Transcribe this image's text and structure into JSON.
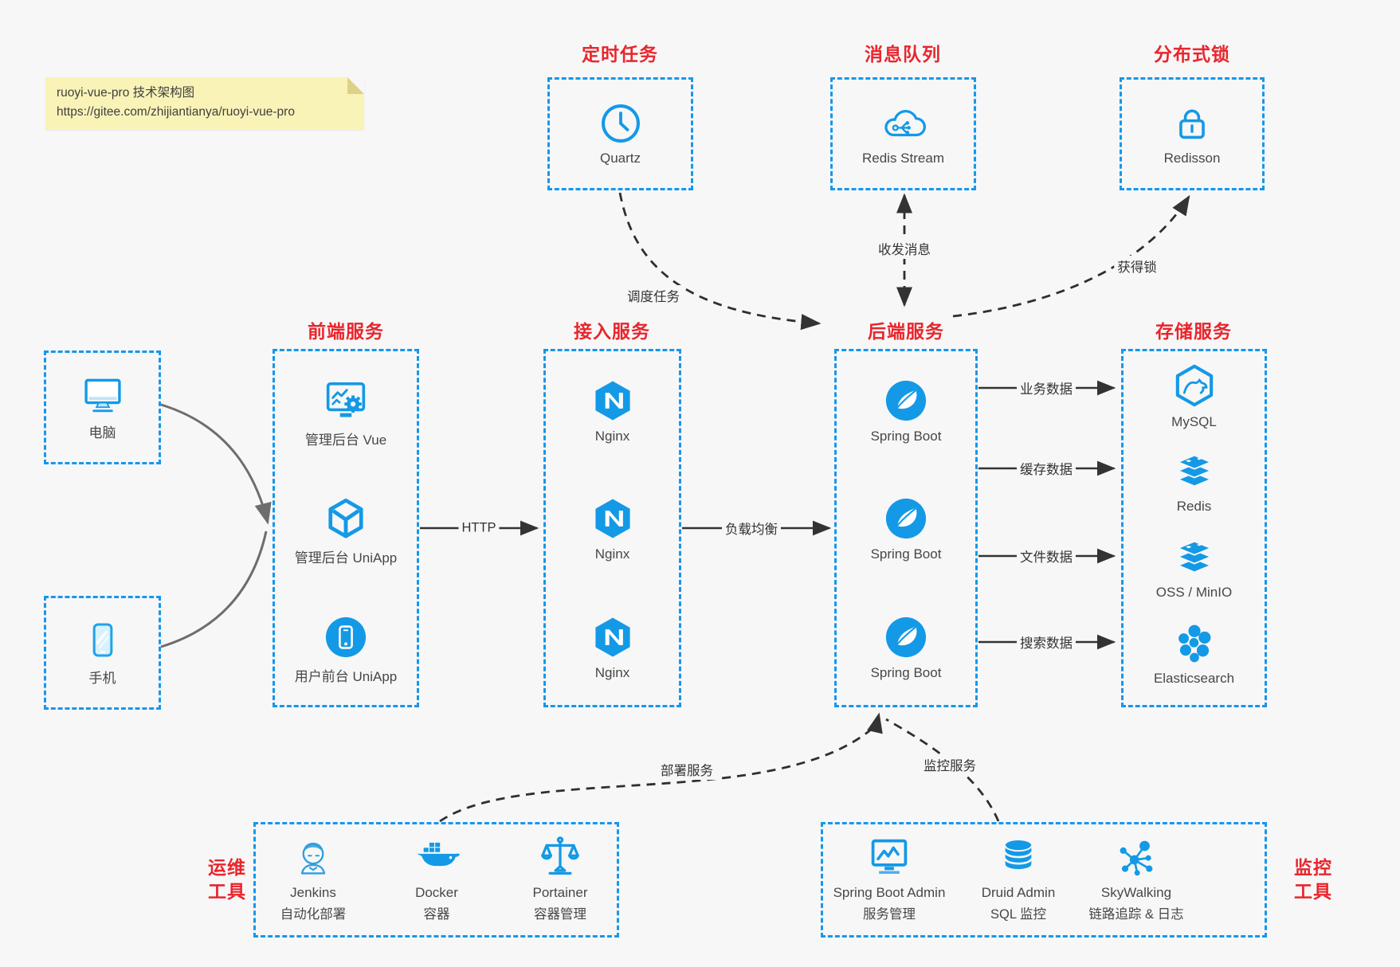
{
  "note": {
    "line1": "ruoyi-vue-pro 技术架构图",
    "line2": "https://gitee.com/zhijiantianya/ruoyi-vue-pro"
  },
  "colors": {
    "accent_blue": "#1499e6",
    "dashed_border_blue": "#1697ec",
    "title_red": "#e8262d",
    "note_yellow": "#faf3b7",
    "line_dark": "#333333",
    "line_gray": "#6d6d6d",
    "background": "#f7f7f8"
  },
  "groups": {
    "scheduler": {
      "title": "定时任务",
      "item": {
        "label": "Quartz",
        "icon": "clock-icon"
      }
    },
    "mq": {
      "title": "消息队列",
      "item": {
        "label": "Redis Stream",
        "icon": "cloud-hub-icon"
      }
    },
    "lock": {
      "title": "分布式锁",
      "item": {
        "label": "Redisson",
        "icon": "lock-icon"
      }
    },
    "devices": {
      "computer": {
        "label": "电脑",
        "icon": "desktop-icon"
      },
      "phone": {
        "label": "手机",
        "icon": "mobile-icon"
      }
    },
    "frontend": {
      "title": "前端服务",
      "items": [
        {
          "label": "管理后台 Vue",
          "icon": "admin-screen-gear-icon"
        },
        {
          "label": "管理后台 UniApp",
          "icon": "cube-icon"
        },
        {
          "label": "用户前台 UniApp",
          "icon": "phone-circle-icon"
        }
      ]
    },
    "gateway": {
      "title": "接入服务",
      "items": [
        {
          "label": "Nginx",
          "icon": "nginx-icon"
        },
        {
          "label": "Nginx",
          "icon": "nginx-icon"
        },
        {
          "label": "Nginx",
          "icon": "nginx-icon"
        }
      ]
    },
    "backend": {
      "title": "后端服务",
      "items": [
        {
          "label": "Spring Boot",
          "icon": "spring-icon"
        },
        {
          "label": "Spring Boot",
          "icon": "spring-icon"
        },
        {
          "label": "Spring Boot",
          "icon": "spring-icon"
        }
      ]
    },
    "storage": {
      "title": "存储服务",
      "items": [
        {
          "label": "MySQL",
          "icon": "mysql-icon"
        },
        {
          "label": "Redis",
          "icon": "redis-stack-icon"
        },
        {
          "label": "OSS / MinIO",
          "icon": "redis-stack-icon"
        },
        {
          "label": "Elasticsearch",
          "icon": "elasticsearch-icon"
        }
      ]
    },
    "ops": {
      "title_top": "运维",
      "title_bottom": "工具",
      "items": [
        {
          "name": "Jenkins",
          "desc": "自动化部署",
          "icon": "jenkins-icon"
        },
        {
          "name": "Docker",
          "desc": "容器",
          "icon": "docker-icon"
        },
        {
          "name": "Portainer",
          "desc": "容器管理",
          "icon": "scales-icon"
        }
      ]
    },
    "monitoring": {
      "title_top": "监控",
      "title_bottom": "工具",
      "items": [
        {
          "name": "Spring Boot Admin",
          "desc": "服务管理",
          "icon": "monitor-chart-icon"
        },
        {
          "name": "Druid Admin",
          "desc": "SQL 监控",
          "icon": "database-icon"
        },
        {
          "name": "SkyWalking",
          "desc": "链路追踪 & 日志",
          "icon": "node-cluster-icon"
        }
      ]
    }
  },
  "edges": {
    "http": "HTTP",
    "load_balance": "负载均衡",
    "schedule": "调度任务",
    "messages": "收发消息",
    "get_lock": "获得锁",
    "business": "业务数据",
    "cache": "缓存数据",
    "file": "文件数据",
    "search": "搜索数据",
    "deploy": "部署服务",
    "monitor": "监控服务"
  }
}
